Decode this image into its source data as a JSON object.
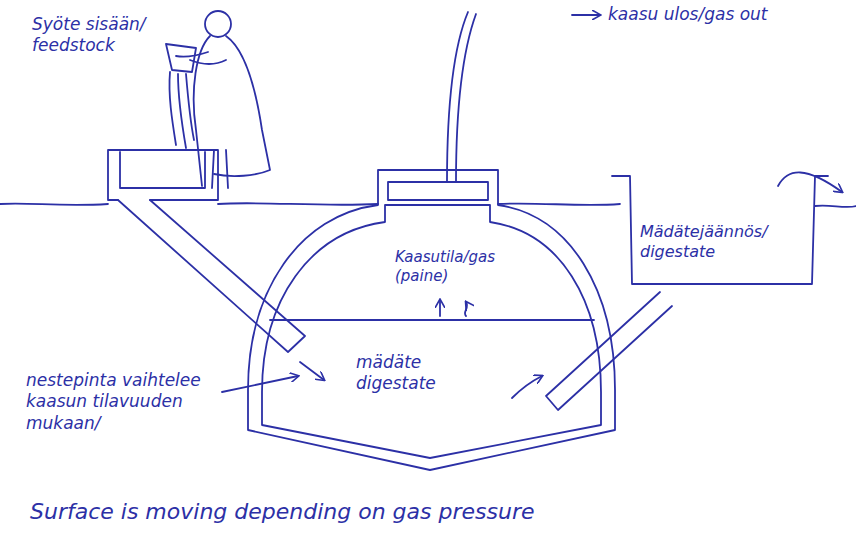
{
  "diagram": {
    "labels": [
      "Syöte sisään/ feedstock",
      "kaasu ulos/gas out",
      "Kaasutila/gas (paine)",
      "Mädätejäännös/ digestate",
      "mädäte digestate",
      "nestepinta vaihtelee kaasun tilavuuden mukaan/",
      "Surface is moving depending on gas pressure"
    ]
  }
}
